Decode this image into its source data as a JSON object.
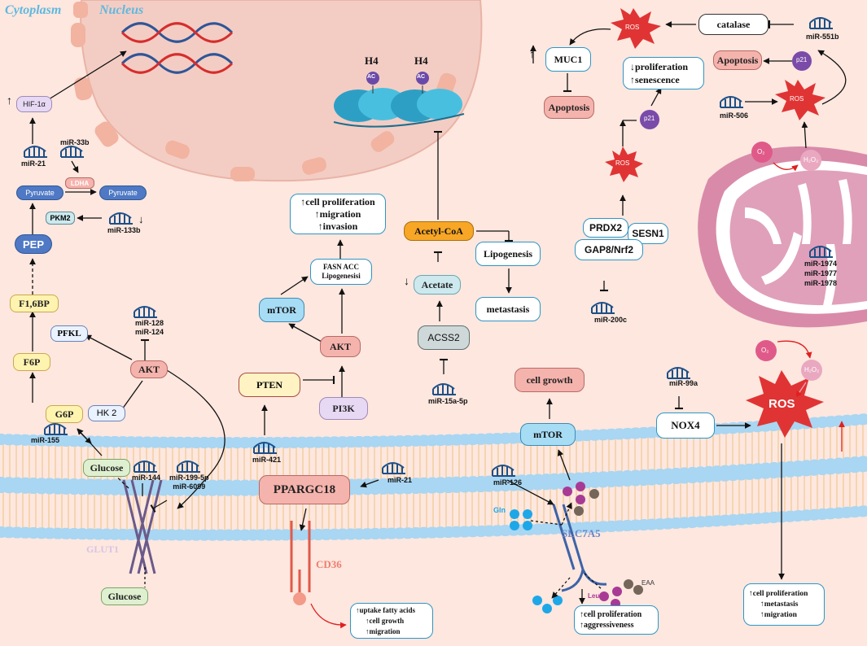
{
  "regions": {
    "cytoplasm": "Cytoplasm",
    "nucleus": "Nucleus"
  },
  "histone": {
    "h4_left": "H4",
    "h4_right": "H4",
    "ac": "AC"
  },
  "glycolysis": {
    "hif": "HIF-1α",
    "pyruvate_left": "Pyruvate",
    "pyruvate_right": "Pyruvate",
    "ldha": "LDHA",
    "pkm2": "PKM2",
    "pep": "PEP",
    "f16bp": "F1,6BP",
    "pfkl": "PFKL",
    "f6p": "F6P",
    "g6p": "G6P",
    "hk2": "HK 2",
    "akt": "AKT",
    "glucose_in": "Glucose",
    "glucose_out": "Glucose",
    "glut1": "GLUT1"
  },
  "lipid": {
    "outcome": [
      "cell proliferation",
      "migration",
      "invasion"
    ],
    "fasn": [
      "FASN ACC",
      "Lipogenesisi"
    ],
    "mtor": "mTOR",
    "akt": "AKT",
    "pten": "PTEN",
    "pi3k": "PI3K",
    "ppargc": "PPARGC18",
    "cd36": "CD36",
    "cd36_outcome": [
      "uptake fatty acids",
      "cell growth",
      "migration"
    ],
    "acetyl": "Acetyl-CoA",
    "lipogenesis": "Lipogenesis",
    "metastasis": "metastasis",
    "acetate": "Acetate",
    "acss2": "ACSS2"
  },
  "amino": {
    "cell_growth": "cell growth",
    "mtor": "mTOR",
    "slc7a5": "SLC7A5",
    "gln": "Gln",
    "leu": "Leu",
    "eaa": "EAA",
    "outcome": [
      "cell proliferation",
      "aggressiveness"
    ]
  },
  "ros": {
    "ros": "ROS",
    "catalase": "catalase",
    "muc1": "MUC1",
    "apoptosis_mid": "Apoptosis",
    "apoptosis_right": "Apoptosis",
    "prolif": [
      "proliferation",
      "senescence"
    ],
    "p21": "p21",
    "prdx2": "PRDX2",
    "sesn1": "SESN1",
    "gap8": "GAP8/Nrf2",
    "o2": "O₂",
    "h2o2": "H₂O₂",
    "nox4": "NOX4",
    "outcome": [
      "cell proliferation",
      "metastasis",
      "migration"
    ]
  },
  "mirnas": {
    "mir21_top": "miR-21",
    "mir33b": "miR-33b",
    "mir133b": "miR-133b",
    "mir128_124": [
      "miR-128",
      "miR-124"
    ],
    "mir155": "miR-155",
    "mir144": "miR-144",
    "mir199_6099": [
      "miR-199-5p",
      "miR-6099"
    ],
    "mir421": "miR-421",
    "mir21_mid": "miR-21",
    "mir15a": "miR-15a-5p",
    "mir126": "miR-126",
    "mir200c": "miR-200c",
    "mir551b": "miR-551b",
    "mir506": "miR-506",
    "mir197x": [
      "miR-1974",
      "miR-1977",
      "miR-1978"
    ],
    "mir99a": "miR-99a"
  },
  "colors": {
    "background": "#fde7df",
    "nucleus": "#f3cdc4",
    "mito": "#d98aa9",
    "membrane": "#a9d6f2",
    "ros": "#e03434"
  }
}
